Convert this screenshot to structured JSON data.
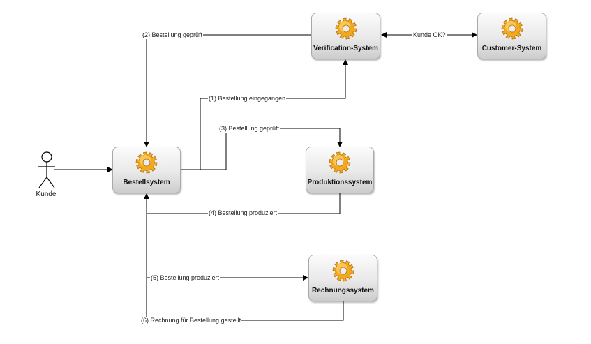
{
  "actor": {
    "label": "Kunde"
  },
  "nodes": {
    "bestellsystem": {
      "title": "Bestellsystem",
      "icon": "gear-icon"
    },
    "verification": {
      "title": "Verification-System",
      "icon": "gear-icon"
    },
    "customer": {
      "title": "Customer-System",
      "icon": "gear-icon"
    },
    "produktion": {
      "title": "Produktionssystem",
      "icon": "gear-icon"
    },
    "rechnung": {
      "title": "Rechnungssystem",
      "icon": "gear-icon"
    }
  },
  "edges": {
    "e1": "(1) Bestellung eingegangen",
    "e2": "(2) Bestellung geprüft",
    "e3": "(3) Bestellung geprüft",
    "e4": "(4) Bestellung produziert",
    "e5": "(5) Bestellung produziert",
    "e6": "(6) Rechnung für Bestellung gestellt",
    "kunde_ok": "Kunde OK?"
  },
  "colors": {
    "gear": "#f2a91f",
    "line": "#000000"
  }
}
